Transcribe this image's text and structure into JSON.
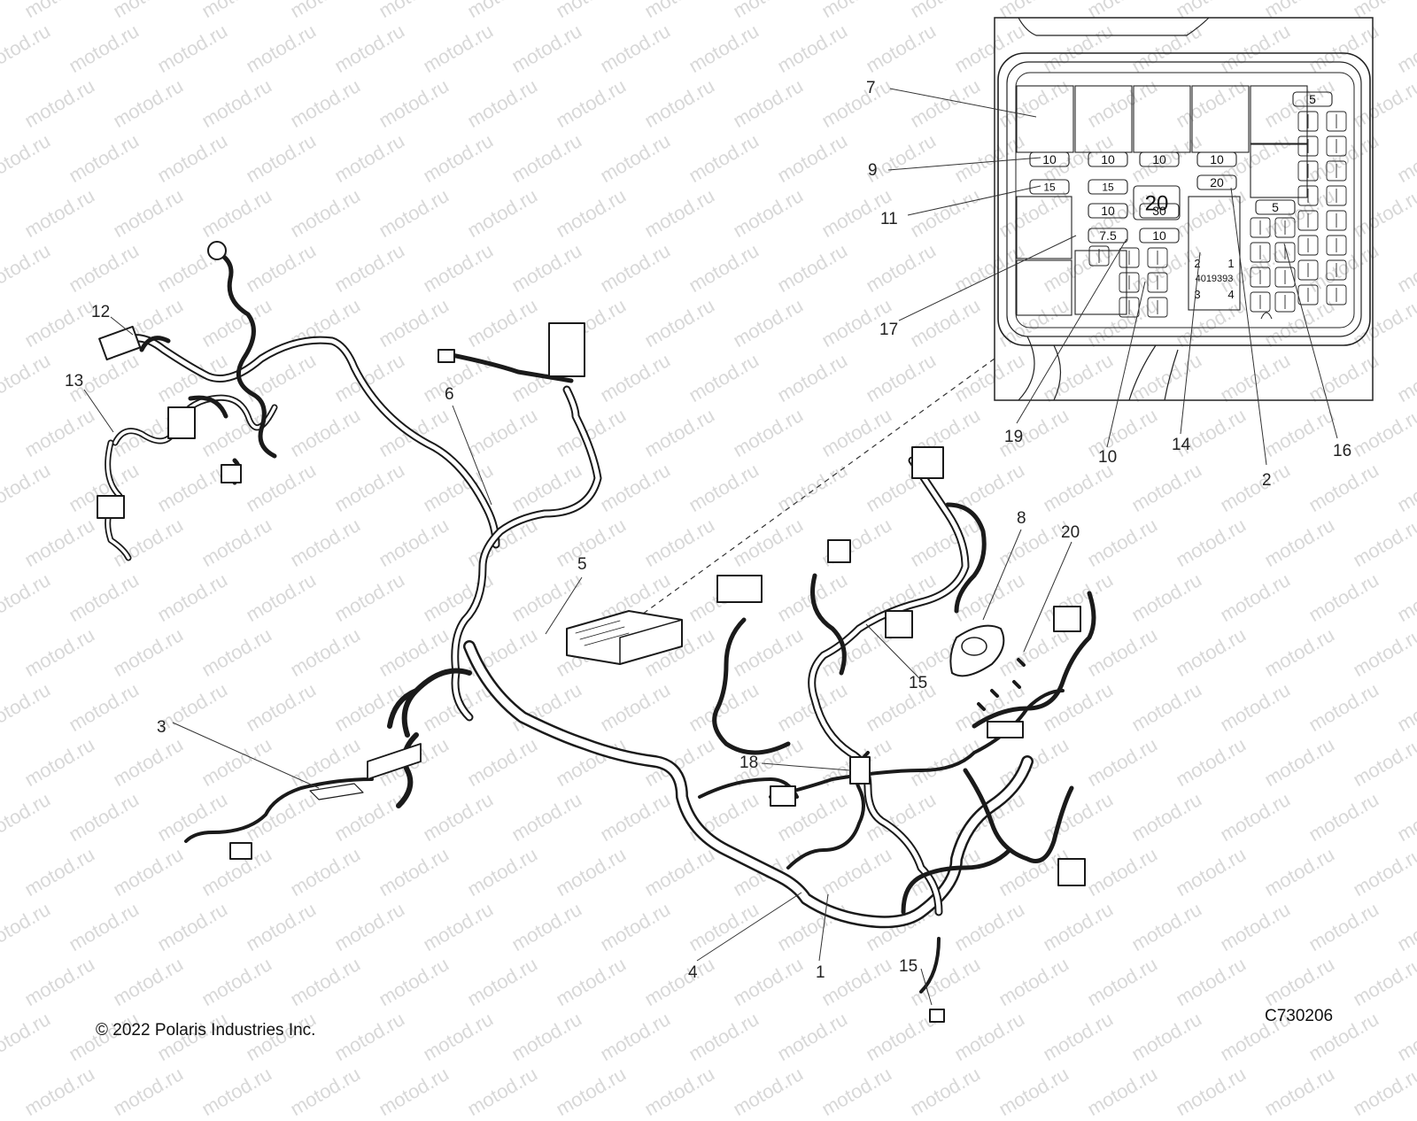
{
  "watermark": "motod.ru",
  "copyright": "© 2022 Polaris Industries Inc.",
  "figure_code": "C730206",
  "callouts": [
    "7",
    "9",
    "11",
    "17",
    "19",
    "10",
    "14",
    "2",
    "16",
    "12",
    "13",
    "6",
    "5",
    "3",
    "18",
    "8",
    "20",
    "15",
    "15",
    "4",
    "1"
  ],
  "fuse_values": [
    "10",
    "10",
    "10",
    "10",
    "15",
    "15",
    "20",
    "20",
    "10",
    "30",
    "7.5",
    "10",
    "5",
    "5"
  ],
  "relay_labels": {
    "left": "2",
    "right": "1",
    "part": "4019393",
    "bottom_left": "3",
    "bottom_right": "4"
  }
}
